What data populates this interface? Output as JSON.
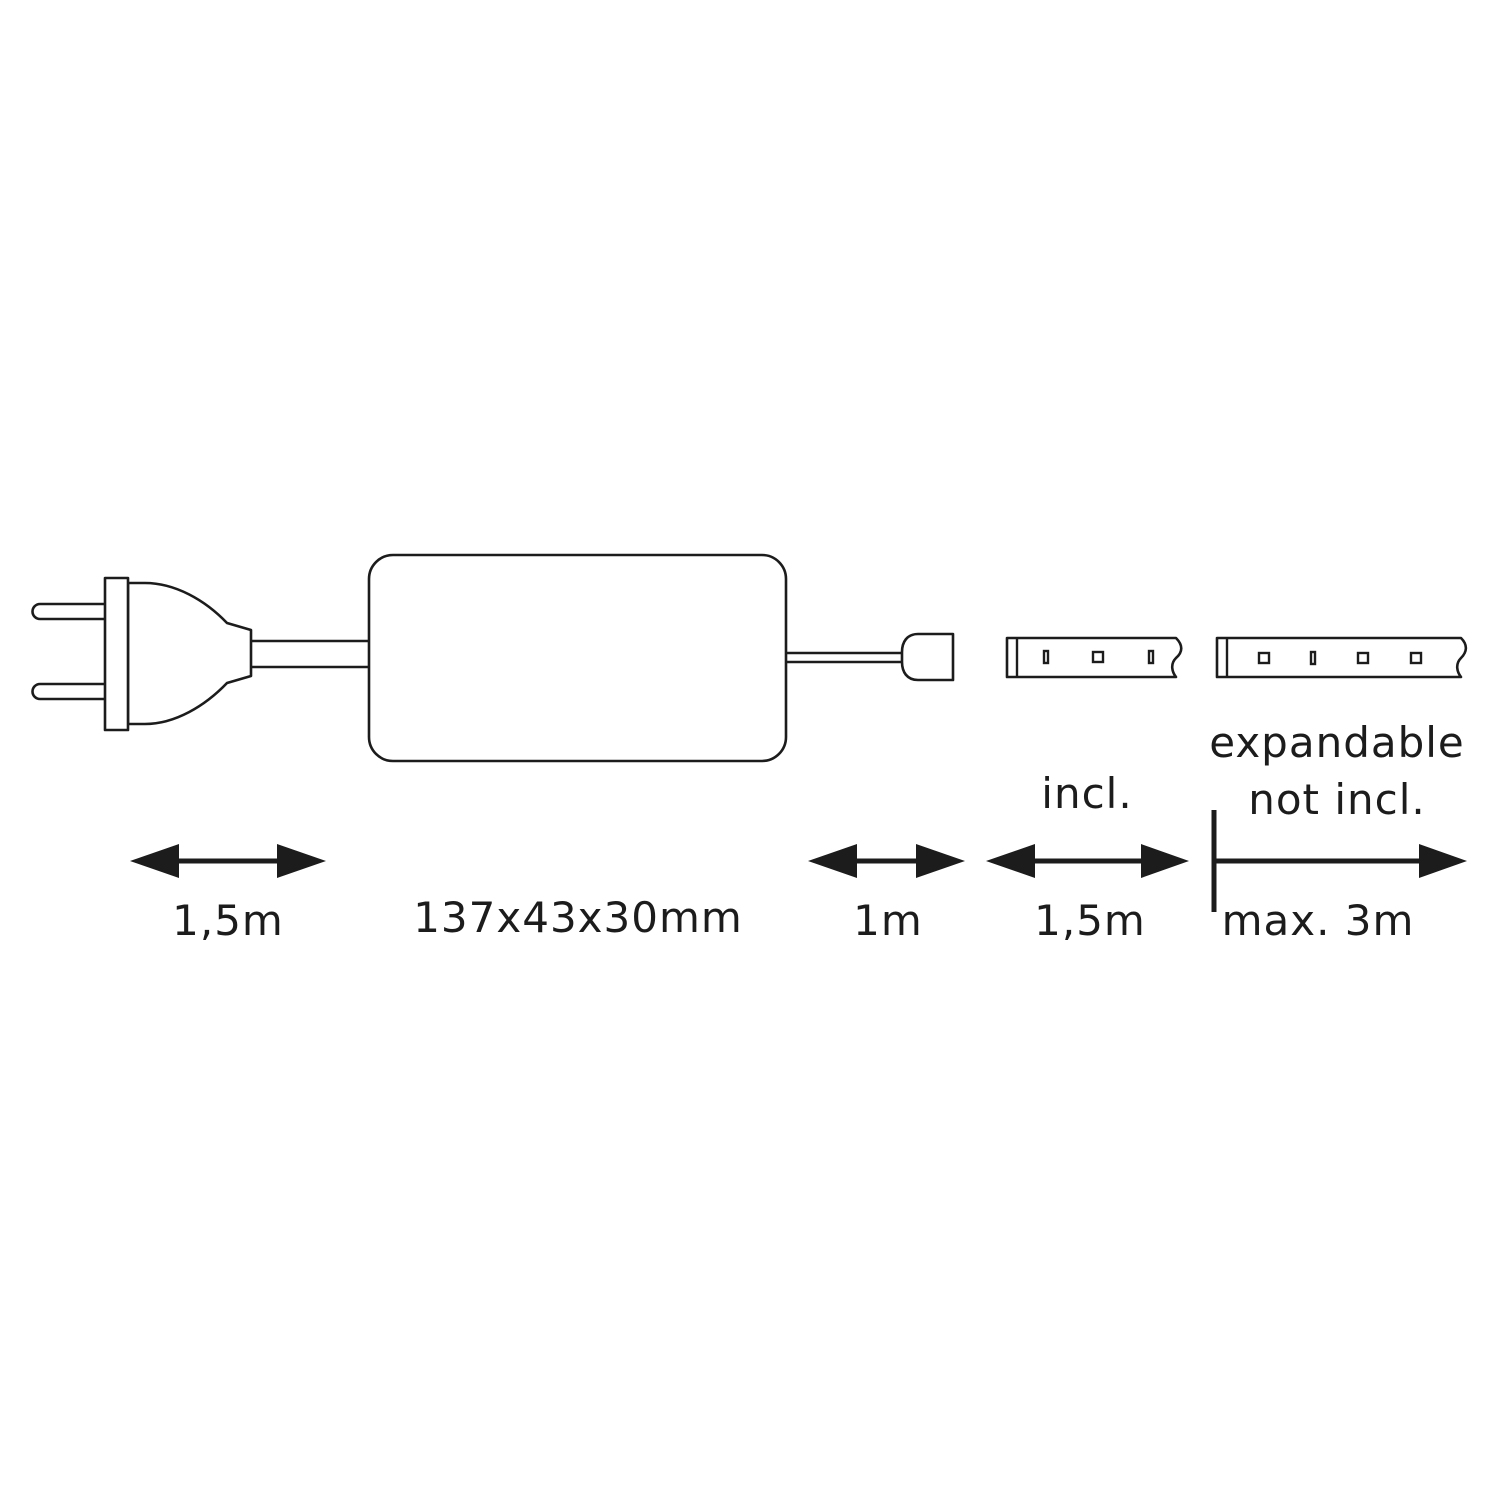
{
  "diagram": {
    "components": [
      {
        "id": "plug",
        "name": "Power plug"
      },
      {
        "id": "power-supply",
        "name": "Power supply unit"
      },
      {
        "id": "connector",
        "name": "Connector cable"
      },
      {
        "id": "strip-included",
        "name": "LED strip (included)"
      },
      {
        "id": "strip-expansion",
        "name": "LED strip (expansion)"
      }
    ],
    "labels": {
      "plug_cable_length": "1,5m",
      "psu_dimensions": "137x43x30mm",
      "connector_length": "1m",
      "included_heading": "incl.",
      "included_length": "1,5m",
      "expandable_heading_line1": "expandable",
      "expandable_heading_line2": "not incl.",
      "expandable_length": "max. 3m"
    },
    "colors": {
      "line": "#1c1c1c",
      "background": "#ffffff"
    }
  }
}
